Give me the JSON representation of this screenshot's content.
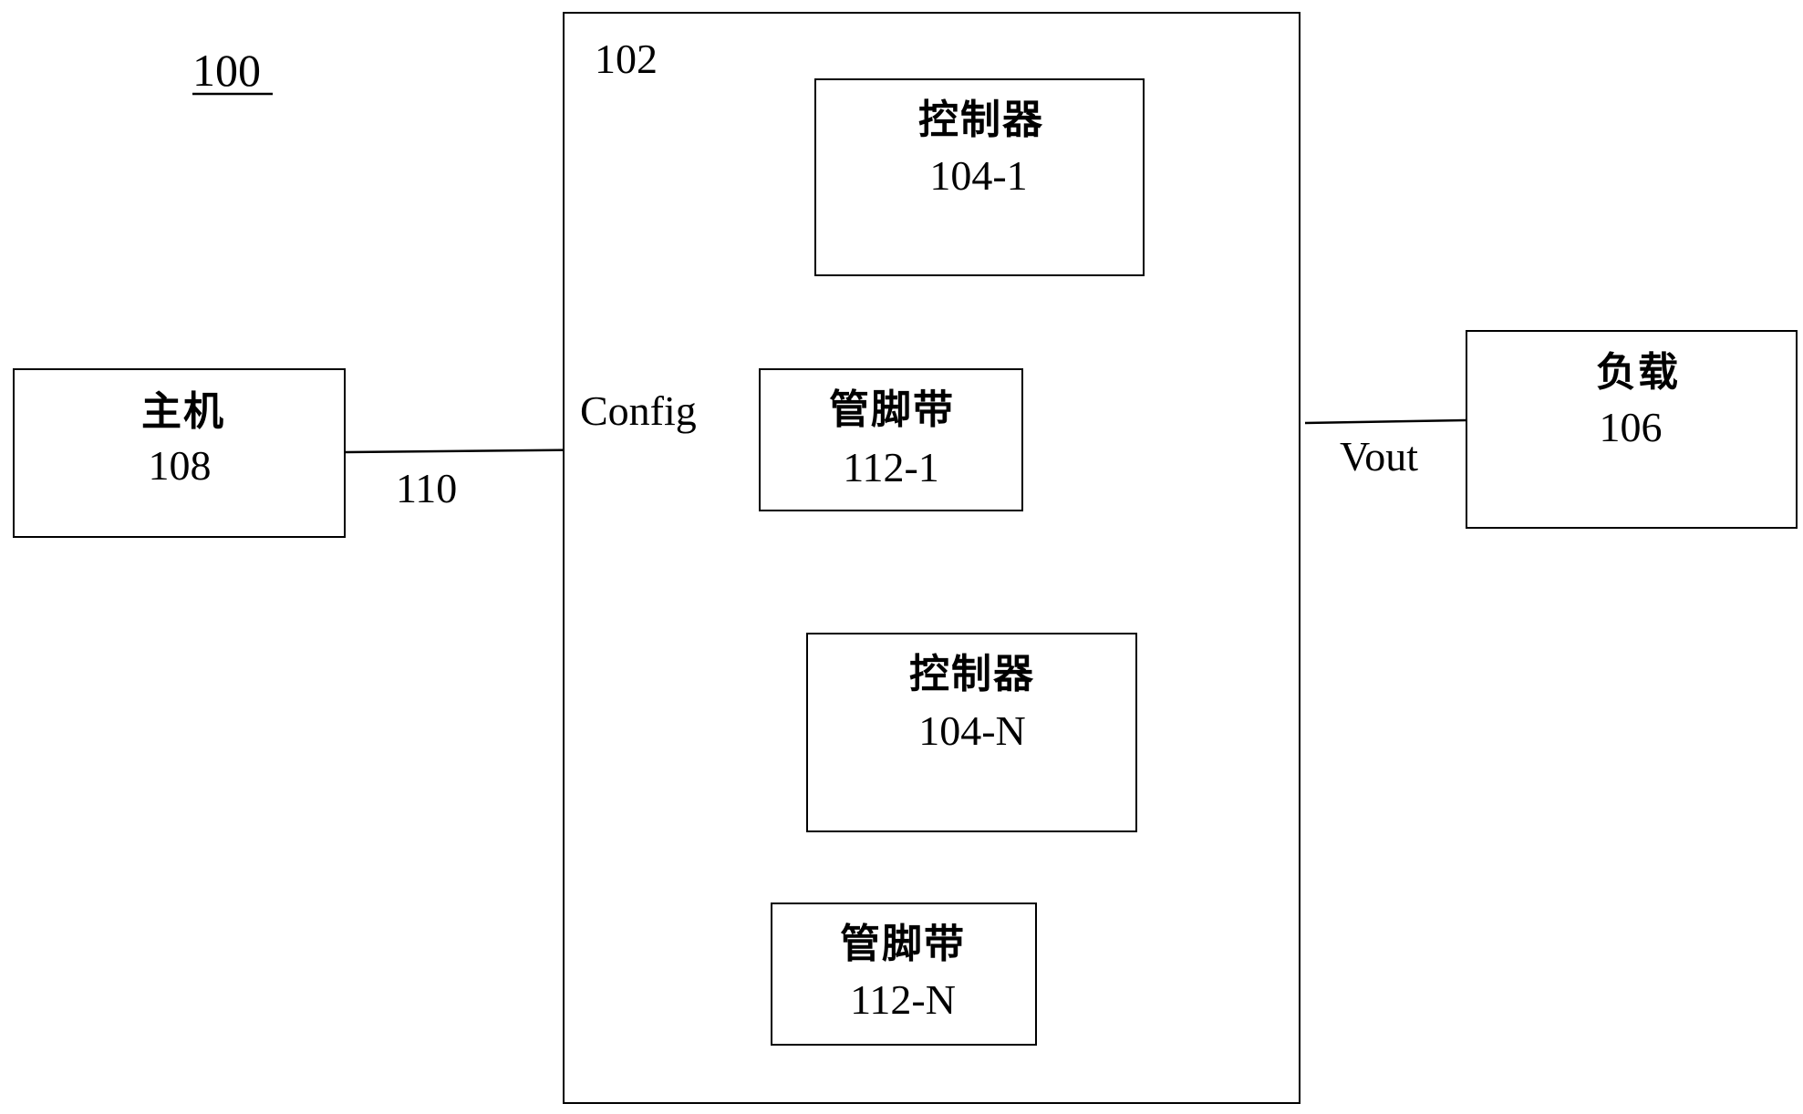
{
  "figure_number": "100",
  "device": {
    "ref": "102"
  },
  "host": {
    "title": "主机",
    "ref": "108"
  },
  "bus": {
    "ref": "110",
    "signal": "Config"
  },
  "controller_1": {
    "title": "控制器",
    "ref": "104-1"
  },
  "pinstrap_1": {
    "title": "管脚带",
    "ref": "112-1"
  },
  "controller_n": {
    "title": "控制器",
    "ref": "104-N"
  },
  "pinstrap_n": {
    "title": "管脚带",
    "ref": "112-N"
  },
  "load": {
    "title": "负载",
    "ref": "106"
  },
  "output": {
    "signal": "Vout"
  }
}
